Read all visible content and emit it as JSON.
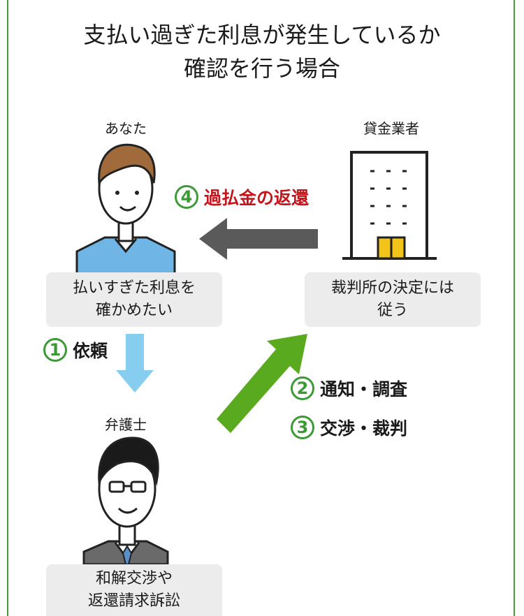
{
  "title": {
    "line1": "支払い過ぎた利息が発生しているか",
    "line2": "確認を行う場合"
  },
  "actors": {
    "you": "あなた",
    "lender": "貸金業者",
    "lawyer": "弁護士"
  },
  "boxes": {
    "you_line1": "払いすぎた利息を",
    "you_line2": "確かめたい",
    "lender_line1": "裁判所の決定には",
    "lender_line2": "従う",
    "lawyer_line1": "和解交渉や",
    "lawyer_line2": "返還請求訴訟"
  },
  "steps": [
    {
      "num": "1",
      "label": "依頼"
    },
    {
      "num": "2",
      "label": "通知・調査"
    },
    {
      "num": "3",
      "label": "交渉・裁判"
    },
    {
      "num": "4",
      "label": "過払金の返還"
    }
  ],
  "colors": {
    "frame": "#4a9a3a",
    "step_number": "#3c9a34",
    "refund_label": "#c4161c",
    "arrow_request": "#86cdf0",
    "arrow_notify": "#5aaa20",
    "arrow_refund": "#5a5a5a",
    "box_bg": "#ececec"
  }
}
